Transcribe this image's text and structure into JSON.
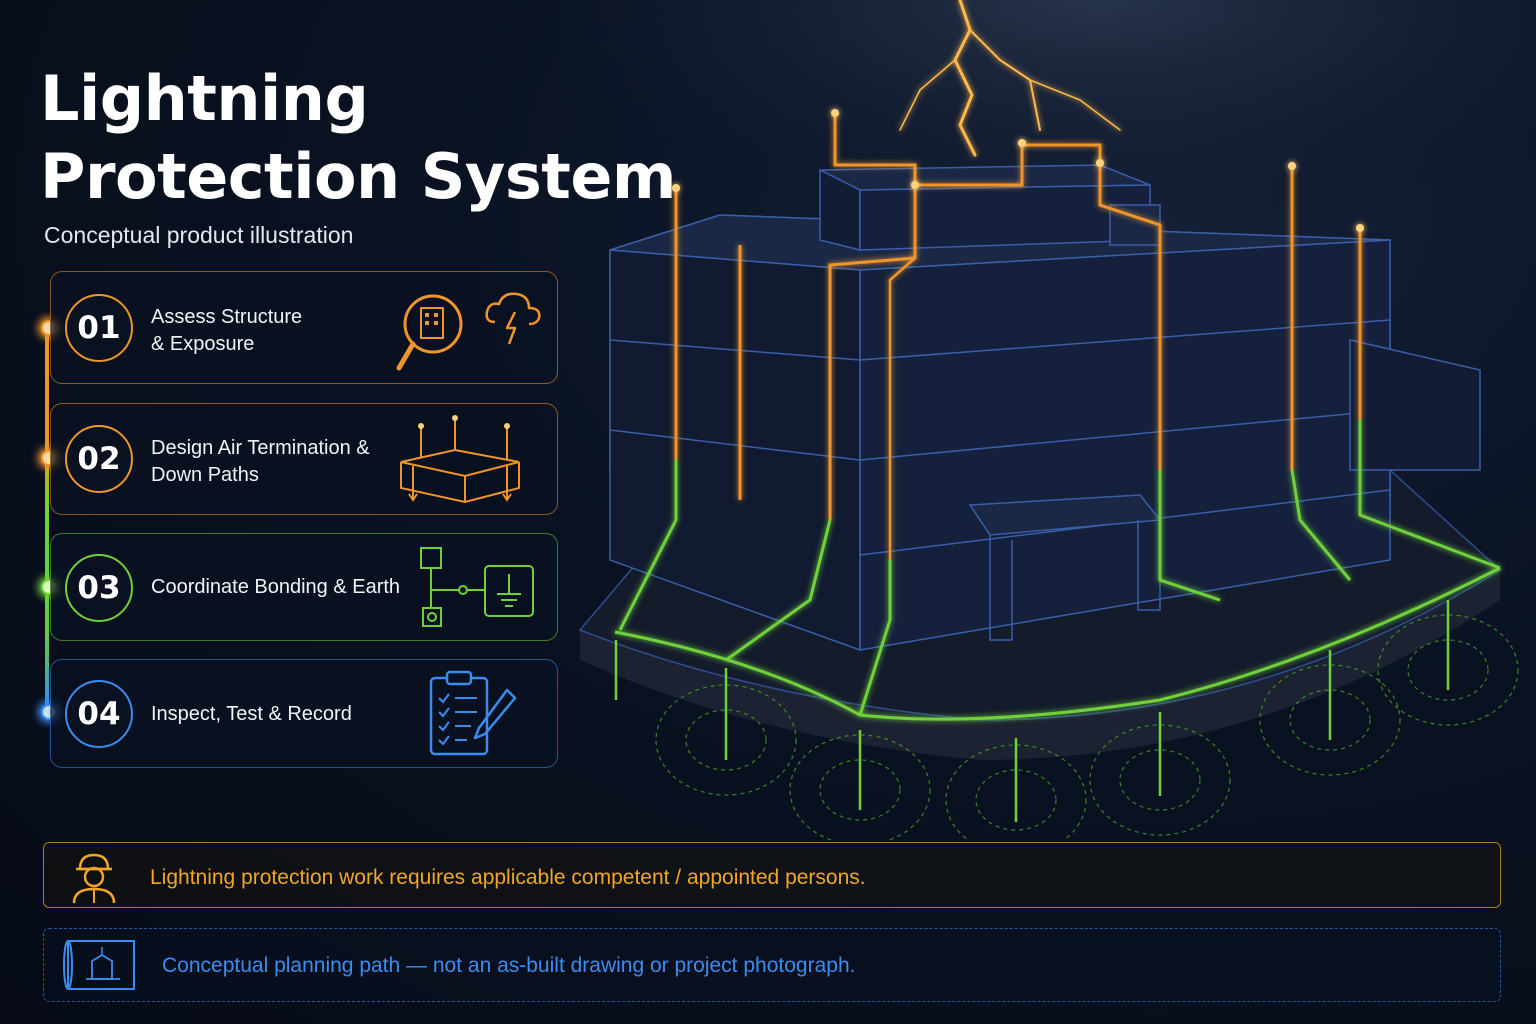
{
  "title": "Lightning Protection System",
  "subtitle": "Conceptual product illustration",
  "steps": [
    {
      "number": "01",
      "line1": "Assess Structure",
      "line2": "& Exposure",
      "color": "#f0952a",
      "icons": [
        "magnifier-building-icon",
        "storm-cloud-icon"
      ]
    },
    {
      "number": "02",
      "line1": "Design Air Termination &",
      "line2": "Down Paths",
      "color": "#f0952a",
      "icons": [
        "roof-air-terminals-icon"
      ]
    },
    {
      "number": "03",
      "line1": "Coordinate Bonding & Earth",
      "line2": "",
      "color": "#6fd13a",
      "icons": [
        "bonding-earth-diagram-icon"
      ]
    },
    {
      "number": "04",
      "line1": "Inspect, Test & Record",
      "line2": "",
      "color": "#3a8df0",
      "icons": [
        "clipboard-checklist-icon"
      ]
    }
  ],
  "warning": {
    "text": "Lightning protection work requires applicable competent / appointed persons.",
    "color": "#f0a62a",
    "icon": "worker-helmet-icon"
  },
  "note": {
    "text": "Conceptual planning path — not an as-built drawing or project photograph.",
    "color": "#3a8df0",
    "icon": "blueprint-icon"
  },
  "colors": {
    "air_termination": "#f0952a",
    "earthing": "#6fd13a",
    "building_line": "#2e4d8f",
    "background": "#070d1a"
  }
}
